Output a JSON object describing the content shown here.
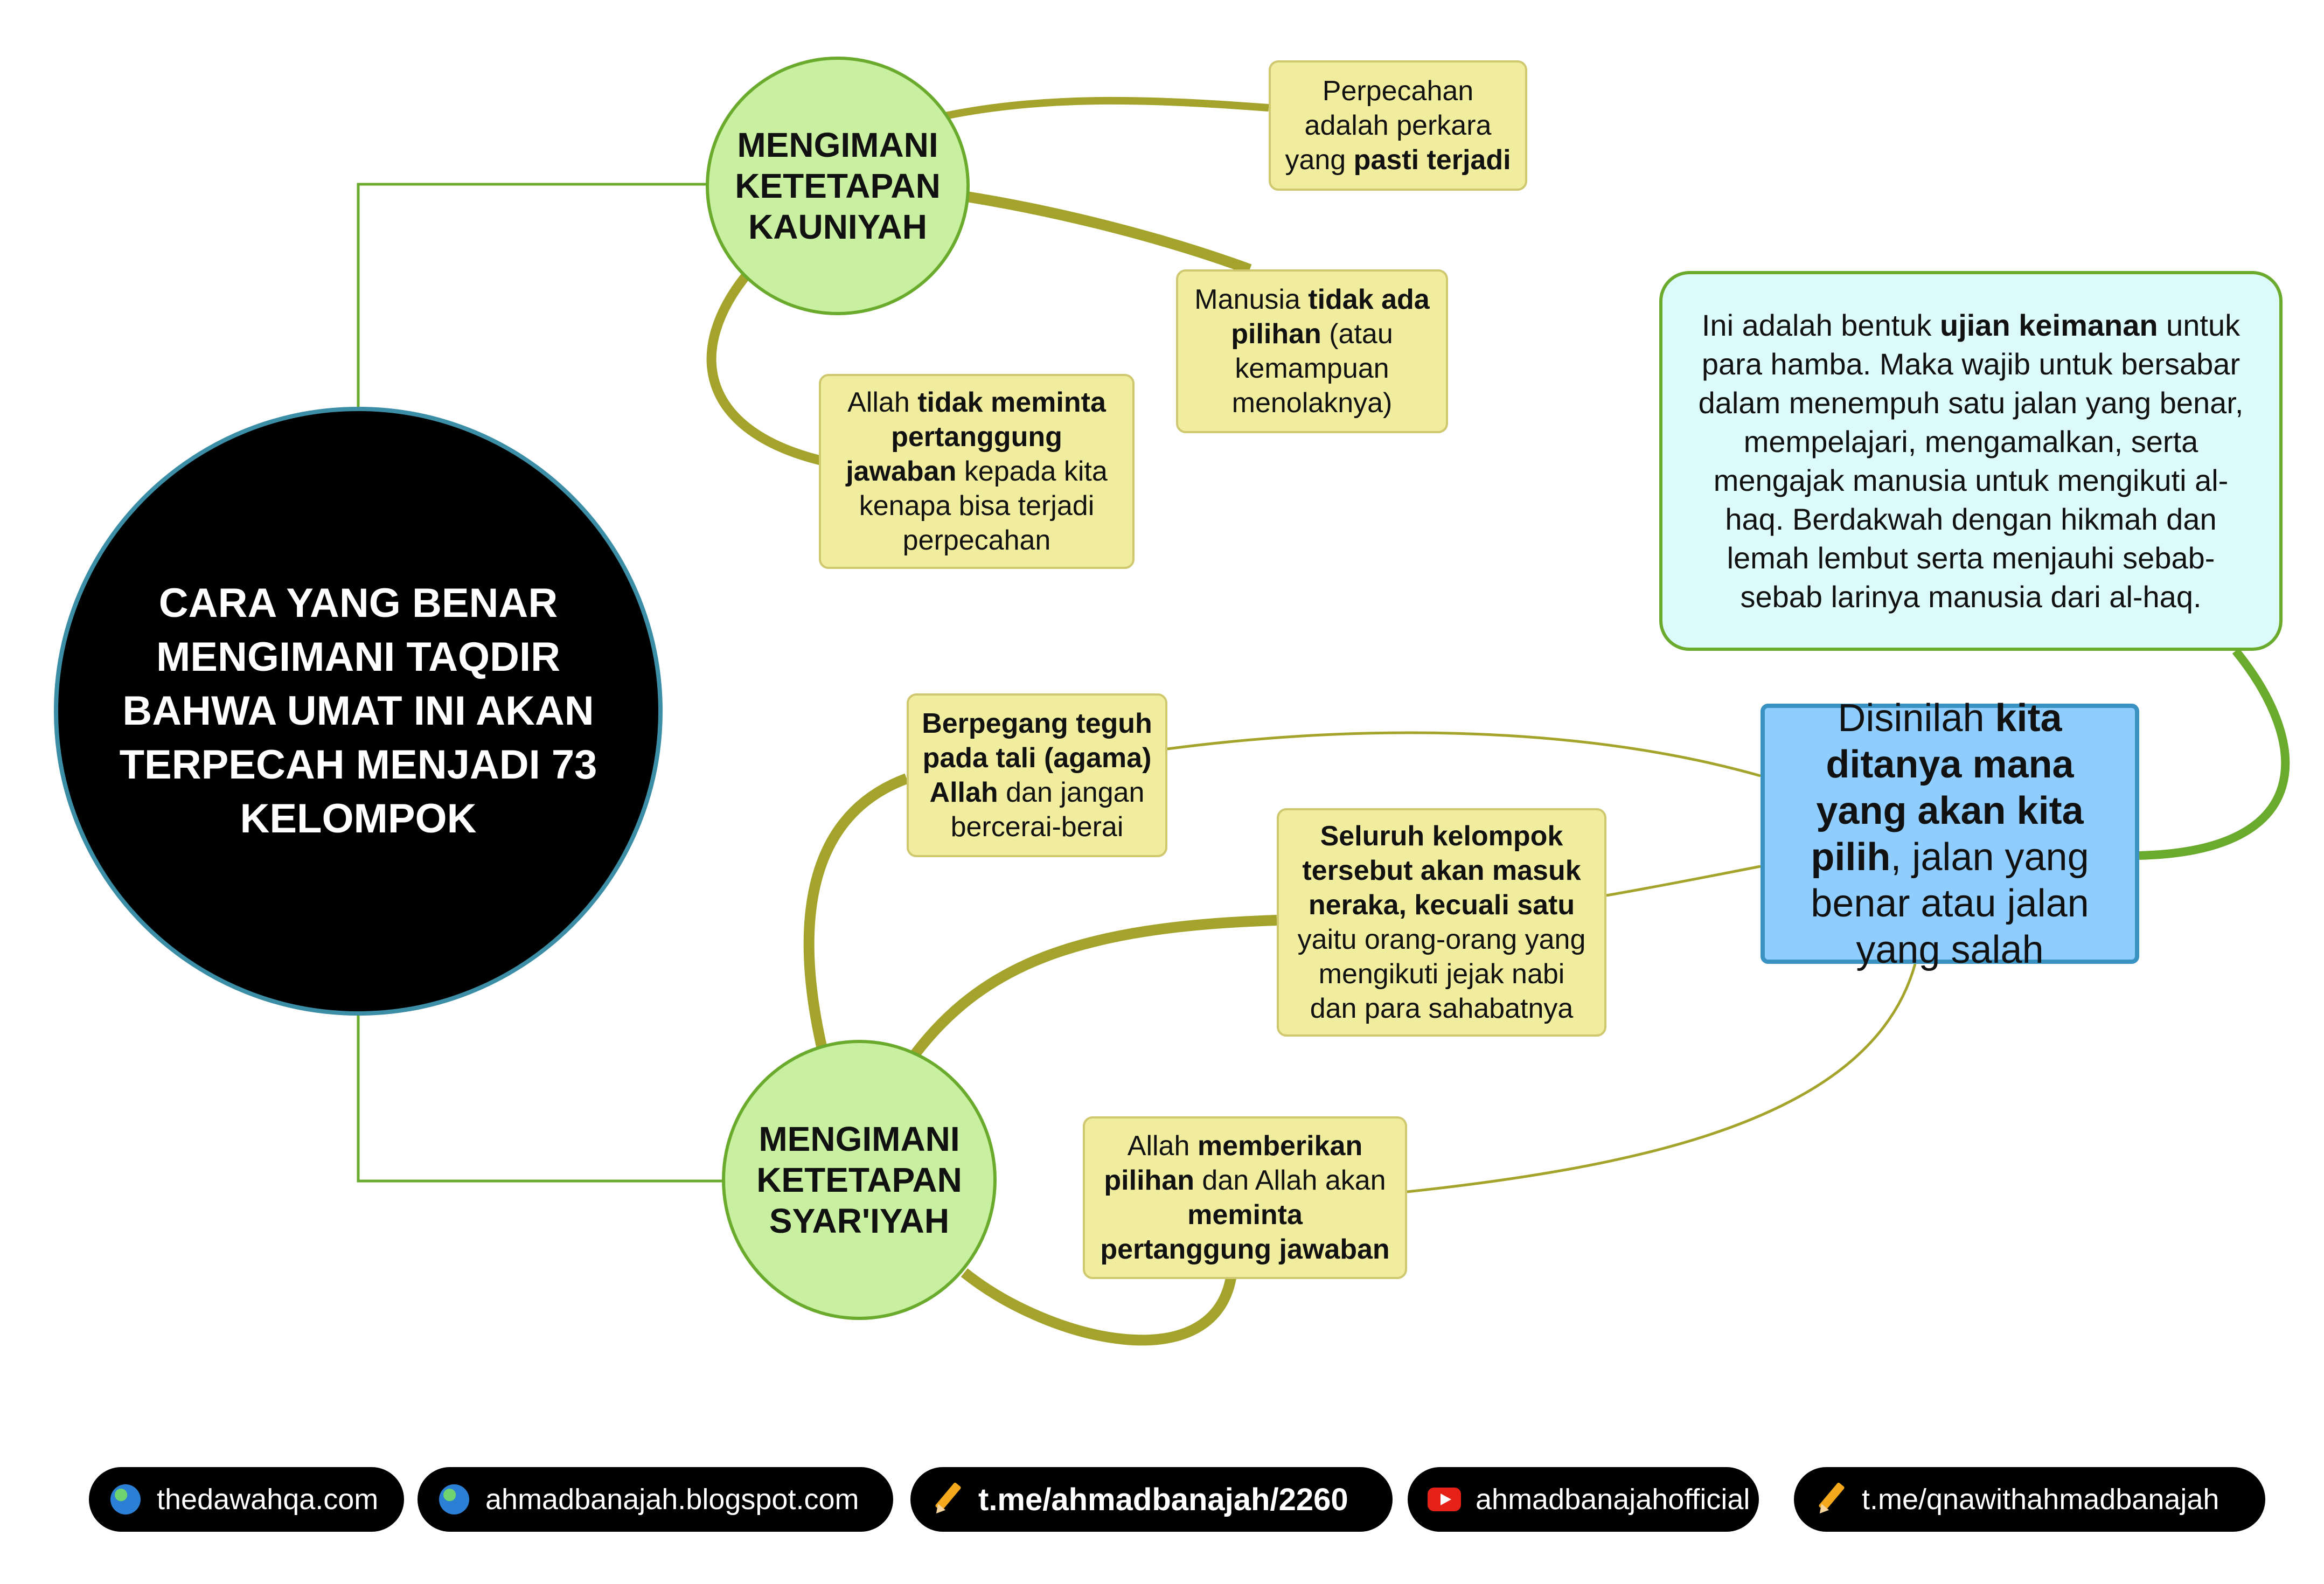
{
  "central": {
    "text": "CARA YANG BENAR MENGIMANI TAQDIR BAHWA UMAT INI AKAN TERPECAH MENJADI 73 KELOMPOK"
  },
  "kauniyah": {
    "title": "MENGIMANI KETETAPAN KAUNIYAH",
    "notes": [
      {
        "parts": [
          {
            "text": "Perpecahan adalah perkara yang ",
            "bold": false
          },
          {
            "text": "pasti terjadi",
            "bold": true
          }
        ]
      },
      {
        "parts": [
          {
            "text": "Manusia ",
            "bold": false
          },
          {
            "text": "tidak ada pilihan",
            "bold": true
          },
          {
            "text": " (atau kemampuan menolaknya)",
            "bold": false
          }
        ]
      },
      {
        "parts": [
          {
            "text": "Allah ",
            "bold": false
          },
          {
            "text": "tidak meminta pertanggung jawaban",
            "bold": true
          },
          {
            "text": " kepada kita kenapa bisa terjadi perpecahan",
            "bold": false
          }
        ]
      }
    ]
  },
  "syariyah": {
    "title": "MENGIMANI KETETAPAN SYAR'IYAH",
    "notes": [
      {
        "parts": [
          {
            "text": "Berpegang teguh pada tali (agama) Allah",
            "bold": true
          },
          {
            "text": " dan jangan bercerai-berai",
            "bold": false
          }
        ]
      },
      {
        "parts": [
          {
            "text": "Seluruh kelompok tersebut akan masuk neraka, kecuali satu",
            "bold": true
          },
          {
            "text": " yaitu orang-orang yang mengikuti jejak nabi dan para sahabatnya",
            "bold": false
          }
        ]
      },
      {
        "parts": [
          {
            "text": "Allah ",
            "bold": false
          },
          {
            "text": "memberikan pilihan",
            "bold": true
          },
          {
            "text": " dan Allah akan ",
            "bold": false
          },
          {
            "text": "meminta pertanggung jawaban",
            "bold": true
          }
        ]
      }
    ]
  },
  "pilih": {
    "parts": [
      {
        "text": "Disinilah ",
        "bold": false
      },
      {
        "text": "kita ditanya mana yang akan kita pilih",
        "bold": true
      },
      {
        "text": ", jalan yang benar atau jalan yang salah",
        "bold": false
      }
    ]
  },
  "ujian": {
    "parts": [
      {
        "text": "Ini adalah bentuk ",
        "bold": false
      },
      {
        "text": "ujian keimanan",
        "bold": true
      },
      {
        "text": " untuk para hamba. Maka wajib untuk bersabar dalam menempuh satu jalan yang benar, mempelajari, mengamalkan, serta mengajak manusia untuk mengikuti al-haq. Berdakwah dengan hikmah dan lemah lembut serta menjauhi sebab-sebab larinya manusia dari al-haq.",
        "bold": false
      }
    ]
  },
  "footer": [
    {
      "icon": "globe-icon",
      "label": "thedawahqa.com"
    },
    {
      "icon": "globe-icon",
      "label": "ahmadbanajah.blogspot.com"
    },
    {
      "icon": "pencil-icon",
      "label": "t.me/ahmadbanajah/2260"
    },
    {
      "icon": "youtube-icon",
      "label": "ahmadbanajahofficial"
    },
    {
      "icon": "pencil-icon",
      "label": "t.me/qnawithahmadbanajah"
    }
  ],
  "colors": {
    "branch": "#a4a42c",
    "topic_fill": "#c9f0a0",
    "note_fill": "#f1ed9e",
    "highlight_fill": "#8ecdfd",
    "test_fill": "#dcfaf9",
    "link_green": "#6aaa2c"
  }
}
